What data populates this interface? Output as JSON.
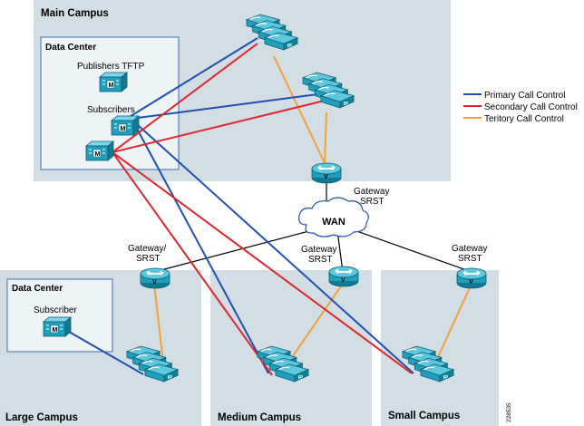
{
  "regions": {
    "main": "Main Campus",
    "large": "Large Campus",
    "medium": "Medium Campus",
    "small": "Small Campus"
  },
  "data_centers": {
    "main_title": "Data Center",
    "large_title": "Data Center",
    "publishers_label": "Publishers TFTP",
    "subscribers_label": "Subscribers",
    "subscriber_label": "Subscriber"
  },
  "wan": {
    "label": "WAN"
  },
  "gateways": {
    "main_line1": "Gateway",
    "main_line2": "SRST",
    "large_line1": "Gateway/",
    "large_line2": "SRST",
    "medium_line1": "Gateway",
    "medium_line2": "SRST",
    "small_line1": "Gateway",
    "small_line2": "SRST"
  },
  "legend": [
    {
      "label": "Primary Call Control",
      "color": "#1f4fb5"
    },
    {
      "label": "Secondary Call Control",
      "color": "#e0262d"
    },
    {
      "label": "Teritory Call Control",
      "color": "#f2a23a"
    }
  ],
  "figure_id": "228535",
  "colors": {
    "device": "#1fa3bf",
    "device_dark": "#0f6f86",
    "region": "#d3dde4"
  }
}
